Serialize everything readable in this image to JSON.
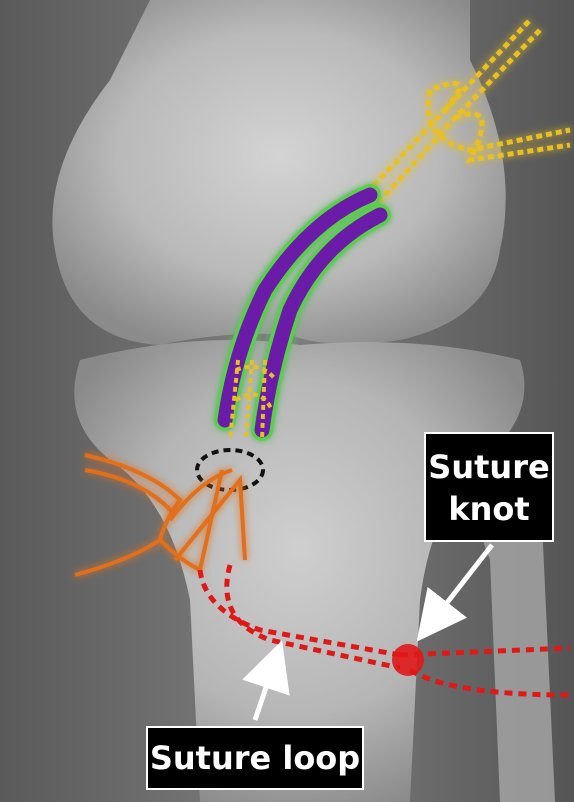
{
  "image": {
    "description_kind": "knee radiograph illustration with suture and graft overlay"
  },
  "labels": {
    "suture_knot": {
      "line1": "Suture",
      "line2": "knot"
    },
    "suture_loop": "Suture loop"
  },
  "colors": {
    "suture_red": "#e01818",
    "suture_yellow": "#e8c020",
    "graft_purple": "#6a1fa8",
    "graft_green": "#5ad04a",
    "fixation_orange": "#e0701a",
    "tunnel_black": "#111111",
    "label_bg": "#000000",
    "label_text": "#ffffff",
    "arrow_white": "#ffffff"
  }
}
